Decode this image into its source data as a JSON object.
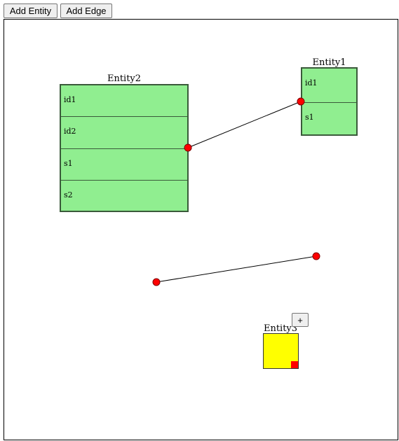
{
  "toolbar": {
    "add_entity_label": "Add Entity",
    "add_edge_label": "Add Edge"
  },
  "entities": [
    {
      "title": "Entity2",
      "fields": [
        "id1",
        "id2",
        "s1",
        "s2"
      ]
    },
    {
      "title": "Entity1",
      "fields": [
        "id1",
        "s1"
      ]
    }
  ],
  "entity3": {
    "title": "Entity3",
    "add_label": "+"
  },
  "colors": {
    "entity_fill": "#90ee90",
    "entity_border": "#3a5a3a",
    "node_fill": "#ff0000",
    "selected_entity_fill": "#ffff00",
    "resize_handle": "#ff0000"
  }
}
